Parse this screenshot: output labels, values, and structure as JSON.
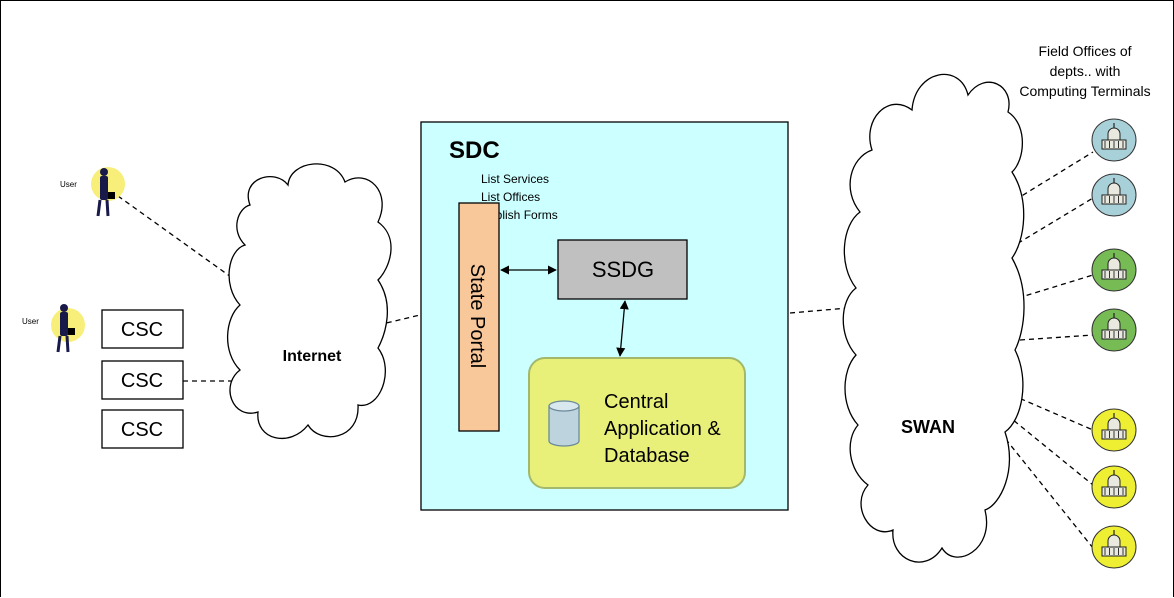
{
  "users": {
    "label": "User"
  },
  "csc_boxes": [
    {
      "label": "CSC"
    },
    {
      "label": "CSC"
    },
    {
      "label": "CSC"
    }
  ],
  "internet": {
    "label": "Internet"
  },
  "sdc": {
    "title": "SDC",
    "services": [
      "List Services",
      "List Offices",
      "Publish Forms"
    ],
    "state_portal": "State Portal",
    "ssdg": "SSDG",
    "central": [
      "Central",
      "Application &",
      "Database"
    ]
  },
  "swan": {
    "label": "SWAN"
  },
  "field_offices": {
    "title_lines": [
      "Field Offices of",
      "depts.. with",
      "Computing Terminals"
    ],
    "office_colors": [
      "#a8d0d8",
      "#a8d0d8",
      "#77bb55",
      "#77bb55",
      "#eeee33",
      "#eeee33",
      "#eeee33"
    ]
  },
  "colors": {
    "sdc_fill": "#ccffff",
    "portal_fill": "#f9c89a",
    "ssdg_fill": "#c0c0c0",
    "central_fill": "#e8f07a",
    "central_border": "#a3b86a",
    "user_halo": "#f7ef7a"
  }
}
